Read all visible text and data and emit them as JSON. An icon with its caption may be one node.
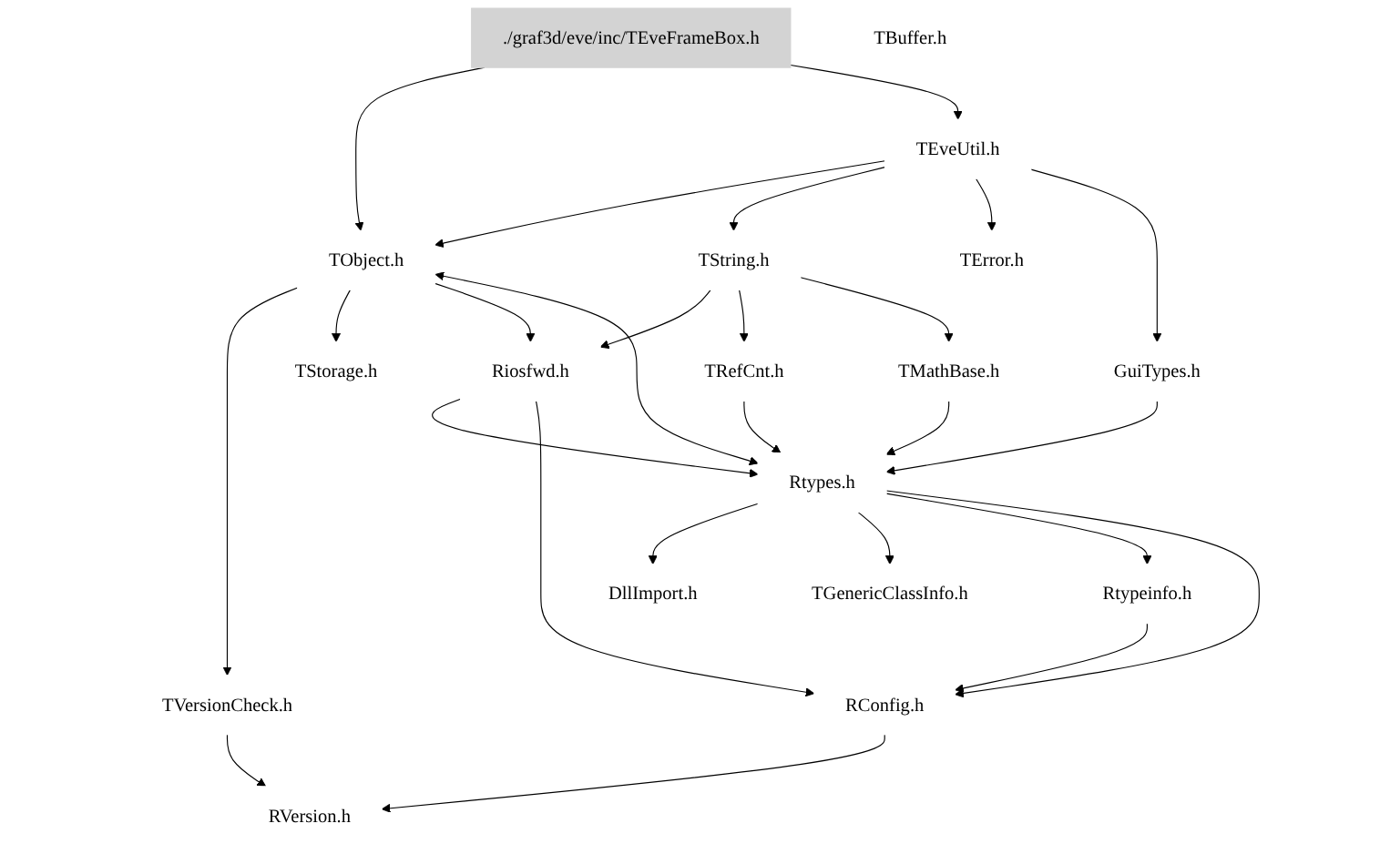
{
  "diagram": {
    "nodes": [
      {
        "text": [
          "./graf3d/eve/inc/TEveFrameBox.h"
        ]
      },
      {
        "text": [
          "TEveUtil.h"
        ]
      },
      {
        "text": [
          "TObject.h"
        ]
      },
      {
        "text": [
          "TString.h"
        ]
      },
      {
        "text": [
          "TError.h"
        ]
      },
      {
        "text": [
          "GuiTypes.h"
        ]
      },
      {
        "text": [
          "TBuffer.h"
        ]
      },
      {
        "text": [
          "TStorage.h"
        ]
      },
      {
        "text": [
          "Riosfwd.h"
        ]
      },
      {
        "text": [
          "TRefCnt.h"
        ]
      },
      {
        "text": [
          "TMathBase.h"
        ]
      },
      {
        "text": [
          "TVersionCheck.h"
        ]
      },
      {
        "text": [
          "Rtypes.h"
        ]
      },
      {
        "text": [
          "DllImport.h"
        ]
      },
      {
        "text": [
          "TGenericClassInfo.h"
        ]
      },
      {
        "text": [
          "Rtypeinfo.h"
        ]
      },
      {
        "text": [
          "RConfig.h"
        ]
      },
      {
        "text": [
          "RVersion.h"
        ]
      }
    ],
    "edges": [
      {
        "from": 0,
        "to": 2,
        "arrow": "to"
      },
      {
        "from": 0,
        "to": 1,
        "arrow": "to"
      },
      {
        "from": 1,
        "to": 2,
        "arrow": "to"
      },
      {
        "from": 1,
        "to": 3,
        "arrow": "to"
      },
      {
        "from": 1,
        "to": 4,
        "arrow": "to"
      },
      {
        "from": 1,
        "to": 5,
        "arrow": "to"
      },
      {
        "from": 2,
        "to": 11,
        "arrow": "to"
      },
      {
        "from": 2,
        "to": 7,
        "arrow": "to"
      },
      {
        "from": 2,
        "to": 8,
        "arrow": "to"
      },
      {
        "from": 2,
        "to": 12,
        "arrow": "both"
      },
      {
        "from": 3,
        "to": 8,
        "arrow": "to"
      },
      {
        "from": 3,
        "to": 9,
        "arrow": "to"
      },
      {
        "from": 3,
        "to": 10,
        "arrow": "to"
      },
      {
        "from": 8,
        "to": 12,
        "arrow": "to"
      },
      {
        "from": 8,
        "to": 16,
        "arrow": "to"
      },
      {
        "from": 9,
        "to": 12,
        "arrow": "to"
      },
      {
        "from": 10,
        "to": 12,
        "arrow": "to"
      },
      {
        "from": 5,
        "to": 12,
        "arrow": "to"
      },
      {
        "from": 12,
        "to": 13,
        "arrow": "to"
      },
      {
        "from": 12,
        "to": 14,
        "arrow": "to"
      },
      {
        "from": 12,
        "to": 15,
        "arrow": "to"
      },
      {
        "from": 12,
        "to": 16,
        "arrow": "to"
      },
      {
        "from": 15,
        "to": 16,
        "arrow": "to"
      },
      {
        "from": 11,
        "to": 17,
        "arrow": "to"
      },
      {
        "from": 16,
        "to": 17,
        "arrow": "to"
      }
    ]
  }
}
